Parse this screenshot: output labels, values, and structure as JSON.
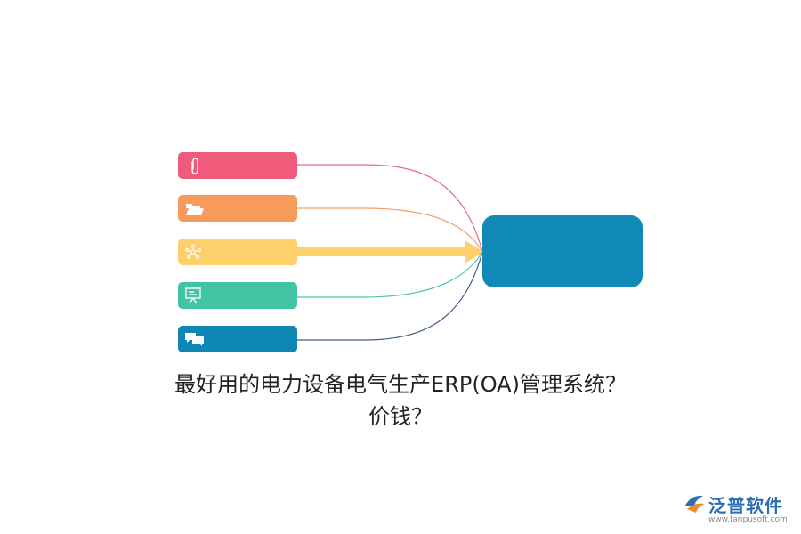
{
  "diagram": {
    "items": [
      {
        "id": "item-1",
        "icon": "paperclip-icon",
        "color": "#f05b7b"
      },
      {
        "id": "item-2",
        "icon": "folder-open-icon",
        "color": "#f79a5a"
      },
      {
        "id": "item-3",
        "icon": "network-icon",
        "color": "#fdd06c"
      },
      {
        "id": "item-4",
        "icon": "presentation-icon",
        "color": "#40c4a4"
      },
      {
        "id": "item-5",
        "icon": "chat-bubbles-icon",
        "color": "#0f87b4"
      }
    ],
    "target_color": "#1189b6",
    "connector_colors": [
      "#e86a88",
      "#f1a06a",
      "#fdd06c",
      "#4cc4a6",
      "#3a5b8c"
    ]
  },
  "title": {
    "line1": "最好用的电力设备电气生产ERP(OA)管理系统？",
    "line2": "价钱？"
  },
  "logo": {
    "text": "泛普软件",
    "url": "www.fanpusoft.com",
    "color": "#2d6db5"
  }
}
